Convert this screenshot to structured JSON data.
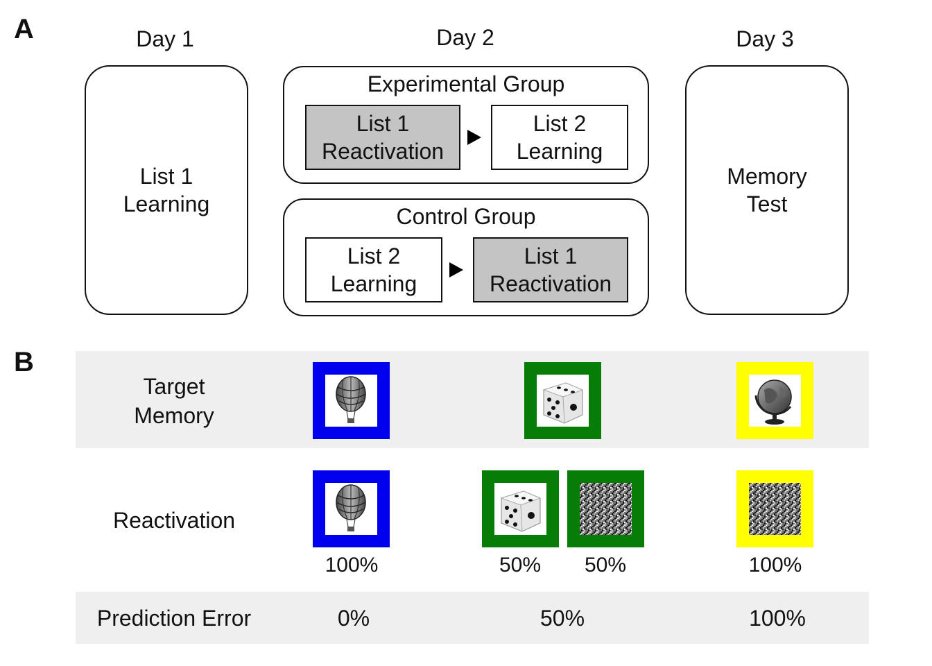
{
  "panel_a": {
    "letter": "A",
    "days": [
      "Day 1",
      "Day 2",
      "Day 3"
    ],
    "day1_box": [
      "List 1",
      "Learning"
    ],
    "experimental": {
      "title": "Experimental Group",
      "step1": [
        "List 1",
        "Reactivation"
      ],
      "step2": [
        "List 2",
        "Learning"
      ]
    },
    "control": {
      "title": "Control Group",
      "step1": [
        "List 2",
        "Learning"
      ],
      "step2": [
        "List 1",
        "Reactivation"
      ]
    },
    "day3_box": [
      "Memory",
      "Test"
    ]
  },
  "panel_b": {
    "letter": "B",
    "row_labels": {
      "target": [
        "Target",
        "Memory"
      ],
      "reactivation": "Reactivation",
      "prediction_error": "Prediction Error"
    },
    "colors": {
      "blue": "#0000ee",
      "green": "#067d06",
      "yellow": "#ffff00",
      "row_bg": "#efefef"
    },
    "target_images": [
      "hot-air-balloon",
      "dice",
      "globe"
    ],
    "reactivation_images": [
      "hot-air-balloon",
      "dice",
      "noise",
      "noise"
    ],
    "reactivation_percents": [
      "100%",
      "50%",
      "50%",
      "100%"
    ],
    "prediction_errors": [
      "0%",
      "50%",
      "100%"
    ]
  }
}
